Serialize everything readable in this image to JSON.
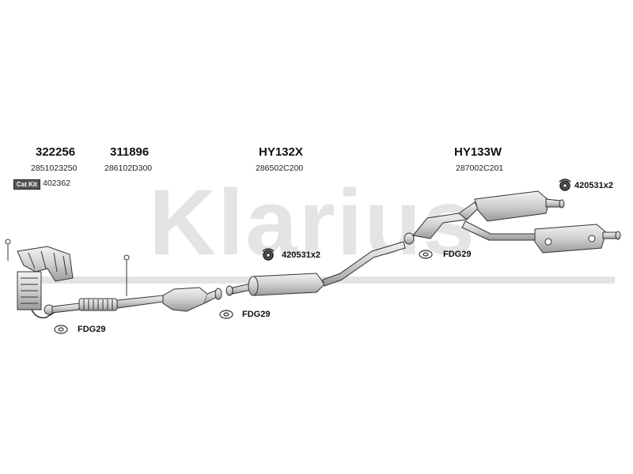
{
  "watermark": "Klarius",
  "parts": [
    {
      "code": "322256",
      "oem": "2851023250"
    },
    {
      "code": "311896",
      "oem": "286102D300"
    },
    {
      "code": "HY132X",
      "oem": "286502C200"
    },
    {
      "code": "HY133W",
      "oem": "287002C201"
    }
  ],
  "catkit": {
    "badge": "Cat Kit",
    "code": "402362"
  },
  "fittings": [
    {
      "label": "420531x2"
    },
    {
      "label": "420531x2"
    },
    {
      "label": "FDG29"
    },
    {
      "label": "FDG29"
    },
    {
      "label": "FDG29"
    }
  ],
  "colors": {
    "watermark": "#e2e2e2",
    "line": "#333333",
    "fill": "#d8d8d8"
  }
}
